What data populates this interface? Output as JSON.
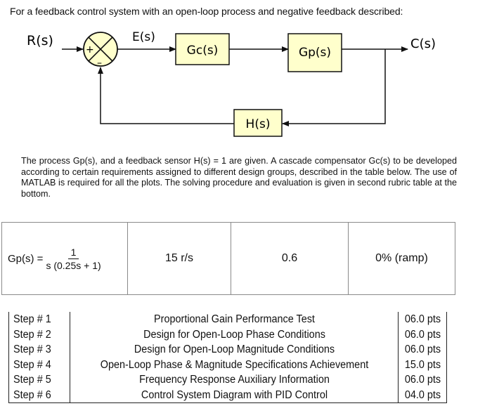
{
  "intro": "For a feedback control system with an open-loop process and negative feedback described:",
  "diagram": {
    "input_label": "R(s)",
    "error_label": "E(s)",
    "output_label": "C(s)",
    "sum_plus": "+",
    "sum_minus": "–",
    "blocks": {
      "gc": "Gc(s)",
      "gp": "Gp(s)",
      "h": "H(s)"
    },
    "block_fill": "#ffffcc"
  },
  "paragraph": "The process Gp(s), and a feedback sensor H(s) = 1 are given. A cascade compensator Gc(s) to be developed according to certain requirements assigned to different design groups, described in the table below. The use of MATLAB is required for all the plots. The solving procedure and evaluation is given in second rubric table at the bottom.",
  "params": {
    "gp_prefix": "Gp(s) =",
    "gp_numerator": "1",
    "gp_denominator": "s (0.25s + 1)",
    "cells": [
      "15 r/s",
      "0.6",
      "0% (ramp)"
    ]
  },
  "rubric": [
    {
      "step": "Step # 1",
      "desc": "Proportional Gain Performance Test",
      "pts": "06.0 pts"
    },
    {
      "step": "Step # 2",
      "desc": "Design for Open-Loop Phase Conditions",
      "pts": "06.0 pts"
    },
    {
      "step": "Step # 3",
      "desc": "Design for Open-Loop Magnitude Conditions",
      "pts": "06.0 pts"
    },
    {
      "step": "Step # 4",
      "desc": "Open-Loop Phase & Magnitude Specifications Achievement",
      "pts": "15.0 pts"
    },
    {
      "step": "Step # 5",
      "desc": "Frequency Response Auxiliary Information",
      "pts": "06.0 pts"
    },
    {
      "step": "Step # 6",
      "desc": "Control System Diagram with PID Control",
      "pts": "04.0 pts"
    }
  ]
}
